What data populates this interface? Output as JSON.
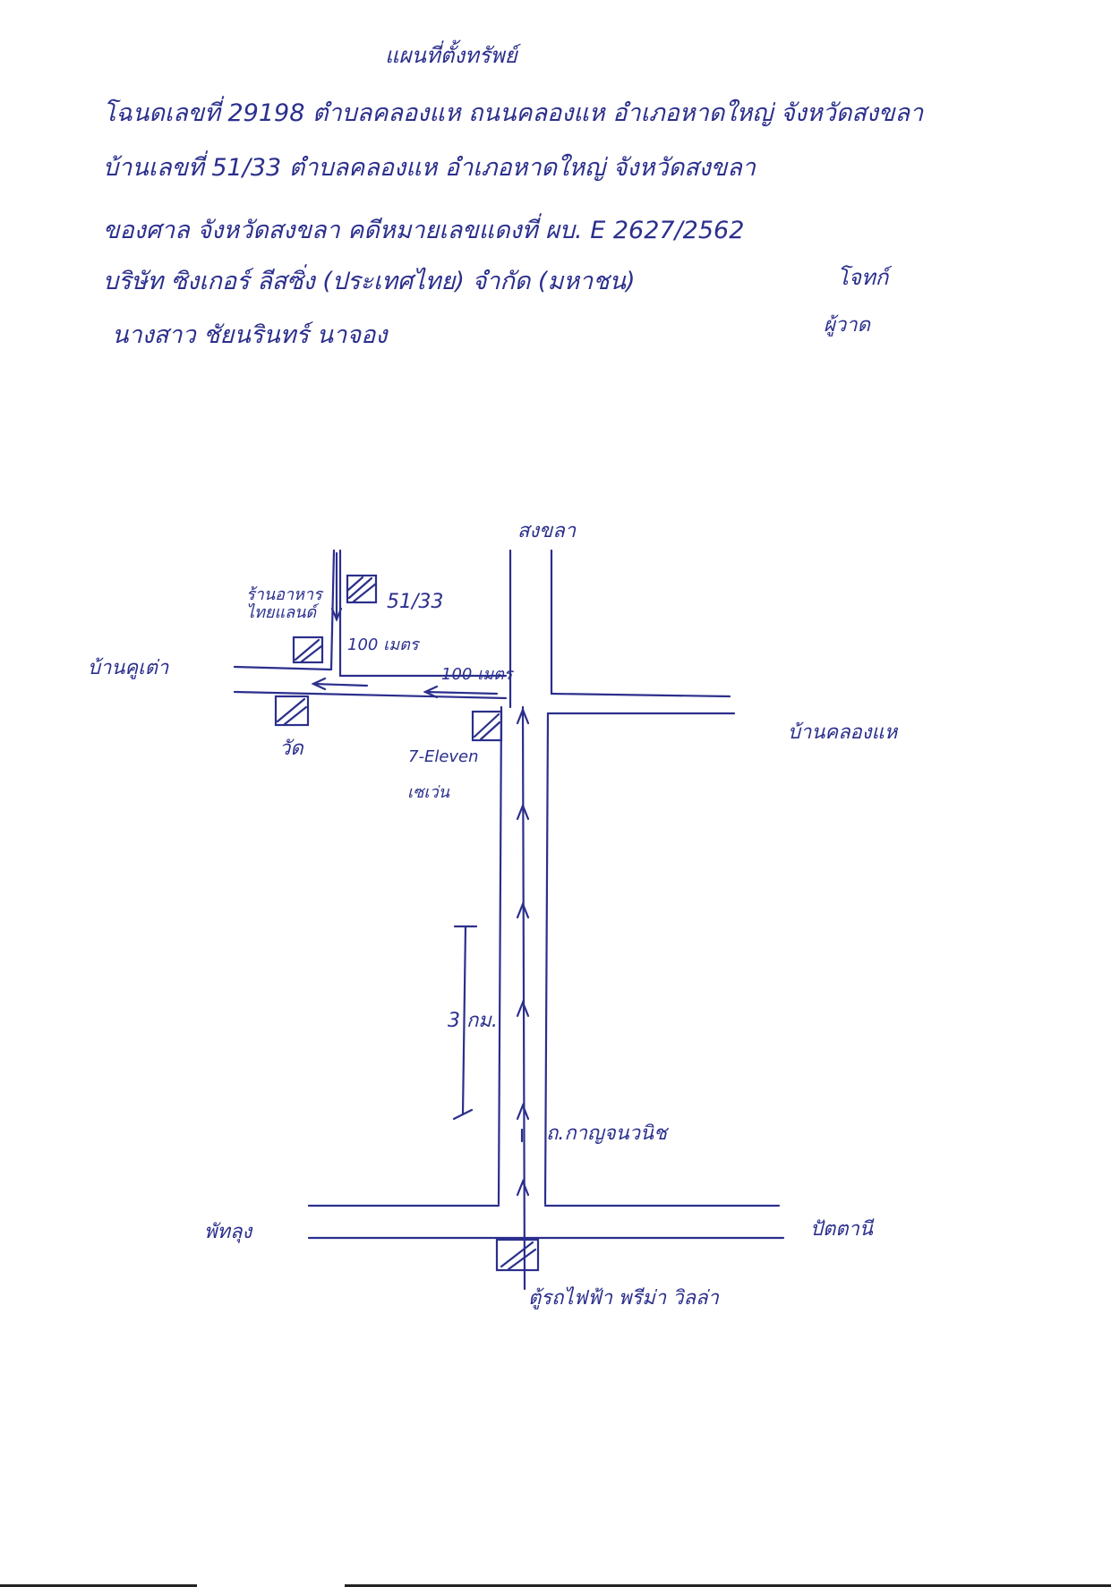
{
  "title": "แผนที่ตั้งทรัพย์",
  "header_lines": [
    "โฉนดเลขที่ 29198 ตำบลคลองแห ถนนคลองแห อำเภอหาดใหญ่ จังหวัดสงขลา",
    "บ้านเลขที่ 51/33 ตำบลคลองแห อำเภอหาดใหญ่ จังหวัดสงขลา",
    "ของศาล จังหวัดสงขลา คดีหมายเลขแดงที่ ผบ. E 2627/2562",
    "บริษัท ซิงเกอร์ ลีสซิ่ง (ประเทศไทย) จำกัด (มหาชน)",
    "นางสาว ชัยนรินทร์ นาจอง"
  ],
  "signature": {
    "name": "โจทก์",
    "role": "ผู้วาด"
  },
  "map": {
    "north_label": "สงขลา",
    "west_label": "บ้านคูเต่า",
    "east_label": "บ้านคลองแห",
    "bottom_left_label": "พัทลุง",
    "bottom_right_label": "ปัตตานี",
    "property_label": "51/33",
    "landmark_shop": "ร้านอาหารไทยแลนด์",
    "landmark_temple": "วัด",
    "landmark_7eleven": "7-Eleven",
    "landmark_7eleven_sub": "เซเว่น",
    "distance_side_road": "100 เมตร",
    "distance_main_road": "100 เมตร",
    "distance_long": "3 กม.",
    "road_name": "ถ.กาญจนวนิช",
    "bottom_landmark": "ตู้รถไฟฟ้า พรีม่า วิลล่า"
  },
  "colors": {
    "ink": "#2b2f8c",
    "paper": "#ffffff"
  }
}
